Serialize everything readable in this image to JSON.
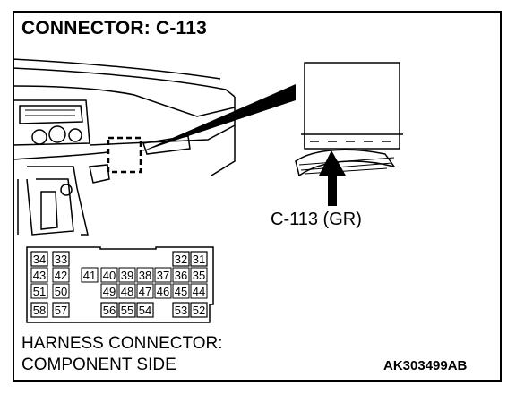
{
  "title": "CONNECTOR: C-113",
  "callout_label": "C-113 (GR)",
  "footer_line1": "HARNESS CONNECTOR:",
  "footer_line2": "COMPONENT SIDE",
  "figure_code": "AK303499AB",
  "connector_pins": {
    "row1": [
      "34",
      "33",
      "32",
      "31"
    ],
    "row2": [
      "43",
      "42",
      "41",
      "40",
      "39",
      "38",
      "37",
      "36",
      "35"
    ],
    "row3": [
      "51",
      "50",
      "49",
      "48",
      "47",
      "46",
      "45",
      "44"
    ],
    "row4": [
      "58",
      "57",
      "56",
      "55",
      "54",
      "53",
      "52"
    ]
  }
}
